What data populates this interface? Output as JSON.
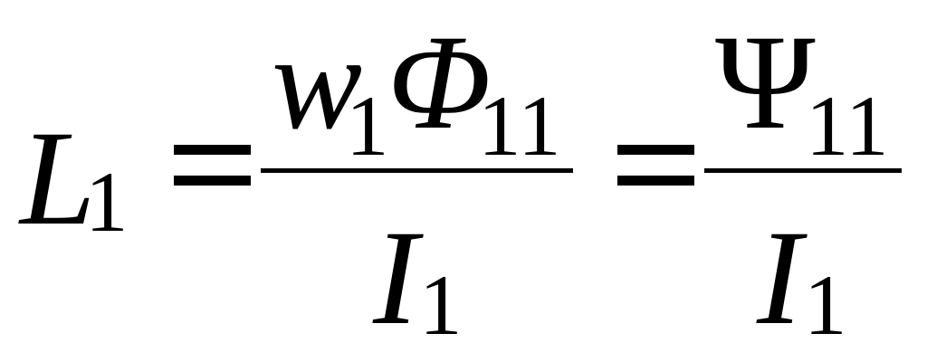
{
  "equation": {
    "lhs": {
      "symbol": "L",
      "subscript": "1"
    },
    "frac1": {
      "num": {
        "w": "w",
        "w_sub": "1",
        "phi": "Φ",
        "phi_sub": "11"
      },
      "den": {
        "symbol": "I",
        "subscript": "1"
      }
    },
    "frac2": {
      "num": {
        "psi": "Ψ",
        "psi_sub": "11"
      },
      "den": {
        "symbol": "I",
        "subscript": "1"
      }
    }
  }
}
